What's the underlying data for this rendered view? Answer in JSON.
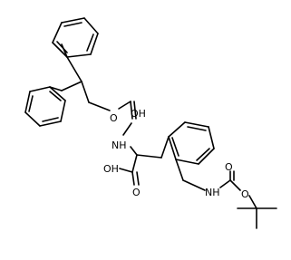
{
  "molecule": {
    "atom_labels": {
      "o_carbamate_ester": "O",
      "oh_carbamate_acid": "OH",
      "nh_alpha": "NH",
      "oh_carboxyl": "OH",
      "o_carbonyl": "O",
      "oh_boc": "O",
      "nh_side": "NH",
      "o_boc_ester": "O"
    },
    "colors": {
      "bond": "#000000",
      "label": "#000000",
      "background": "#ffffff"
    }
  }
}
